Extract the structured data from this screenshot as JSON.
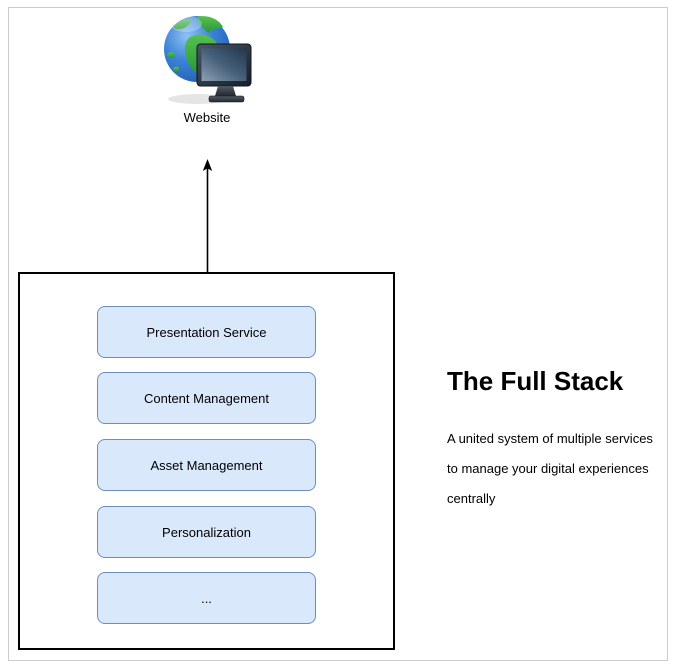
{
  "website": {
    "label": "Website"
  },
  "stack": {
    "services": [
      "Presentation Service",
      "Content Management",
      "Asset Management",
      "Personalization",
      "..."
    ]
  },
  "description": {
    "title": "The Full Stack",
    "body": "A united system of multiple services\nto manage your digital experiences\ncentrally"
  },
  "icons": {
    "website": "globe-with-monitor",
    "connector": "up-arrow"
  },
  "colors": {
    "service_fill": "#dae8fc",
    "service_border": "#6c8ebf",
    "stack_box_border": "#000000",
    "page_frame_border": "#cccccc",
    "globe_ocean": "#3b82d8",
    "globe_land": "#3dae44",
    "monitor_frame": "#2a3542",
    "text": "#000000"
  }
}
